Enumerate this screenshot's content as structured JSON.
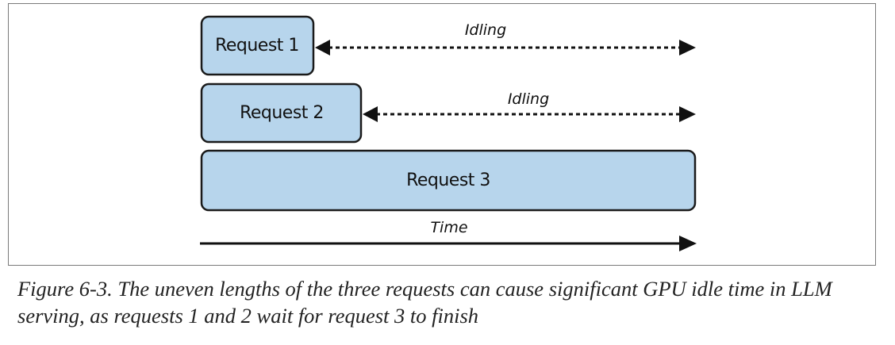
{
  "diagram": {
    "requests": [
      {
        "label": "Request 1"
      },
      {
        "label": "Request 2"
      },
      {
        "label": "Request 3"
      }
    ],
    "idle_labels": [
      "Idling",
      "Idling"
    ],
    "time_label": "Time",
    "colors": {
      "box_fill": "#b7d5ec",
      "stroke": "#1a1a1a"
    }
  },
  "caption": {
    "text": "Figure 6-3. The uneven lengths of the three requests can cause significant GPU idle time in LLM serving, as requests 1 and 2 wait for request 3 to finish"
  }
}
